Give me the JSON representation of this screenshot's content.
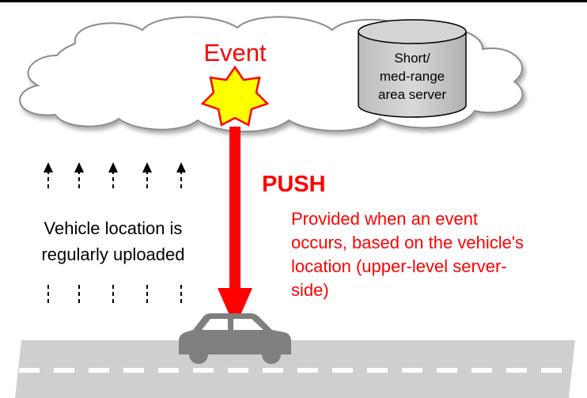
{
  "event": {
    "label": "Event"
  },
  "server": {
    "label_lines": [
      "Short/",
      "med-range",
      "area server"
    ]
  },
  "push": {
    "label": "PUSH",
    "description_lines": [
      "Provided when an event",
      "occurs, based on the vehicle's",
      "location (upper-level server-",
      "side)"
    ]
  },
  "upload": {
    "label_lines": [
      "Vehicle location is",
      "regularly uploaded"
    ]
  },
  "colors": {
    "accent_red": "#ff0000",
    "cloud_fill": "#ffffff",
    "cloud_stroke": "#8c8c8c",
    "server_fill": "#c8c8c8",
    "road": "#cfcfcf",
    "car": "#7f7f7f",
    "star_fill": "#ffff00"
  },
  "icons": {
    "event": "starburst-icon",
    "server": "database-cylinder-icon",
    "vehicle": "car-icon"
  }
}
